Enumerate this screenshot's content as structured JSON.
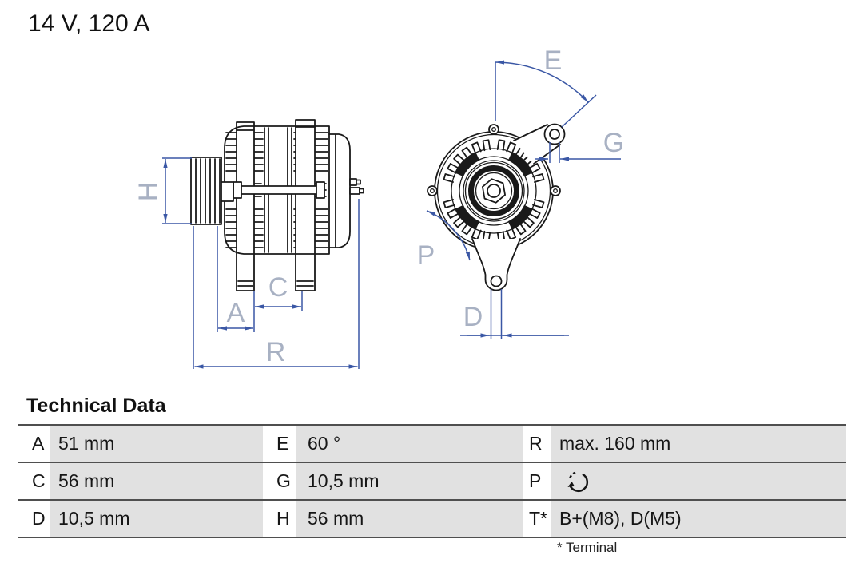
{
  "header": {
    "title": "14 V, 120 A"
  },
  "diagram": {
    "labels": {
      "H": "H",
      "A": "A",
      "C": "C",
      "R": "R",
      "E": "E",
      "G": "G",
      "P": "P",
      "D": "D"
    },
    "colors": {
      "dimension_blue": "#3a57a5",
      "label_gray": "#a8b1c3",
      "line_dark": "#1a1a1a"
    }
  },
  "technical_data": {
    "heading": "Technical Data",
    "colors": {
      "row_bg": "#e1e1e1",
      "rule": "#4f4f4f"
    },
    "rows": [
      {
        "cells": [
          {
            "label": "A",
            "value": "51 mm"
          },
          {
            "label": "E",
            "value": "60 °"
          },
          {
            "label": "R",
            "value": "max. 160 mm"
          }
        ]
      },
      {
        "cells": [
          {
            "label": "C",
            "value": "56 mm"
          },
          {
            "label": "G",
            "value": "10,5 mm"
          },
          {
            "label": "P",
            "value": "",
            "icon": "rotation-direction-icon"
          }
        ]
      },
      {
        "cells": [
          {
            "label": "D",
            "value": "10,5 mm"
          },
          {
            "label": "H",
            "value": "56 mm"
          },
          {
            "label": "T*",
            "value": "B+(M8), D(M5)"
          }
        ]
      }
    ],
    "footnote": "* Terminal"
  }
}
